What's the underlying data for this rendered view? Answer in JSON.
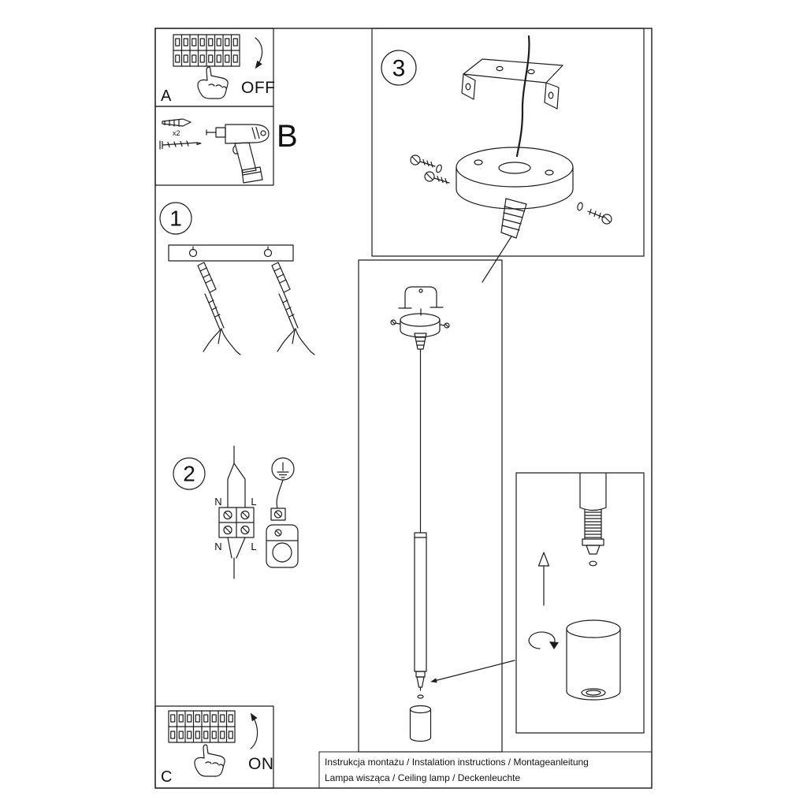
{
  "meta": {
    "document_type": "lamp-installation-instructions",
    "colors": {
      "background": "#ffffff",
      "line": "#1c1c1c"
    }
  },
  "steps": {
    "step1": {
      "number": "1"
    },
    "step2": {
      "number": "2"
    },
    "step3": {
      "number": "3"
    }
  },
  "panels": {
    "a": {
      "label": "A",
      "switch_state": "OFF"
    },
    "b": {
      "label": "B",
      "anchor_count": "x2"
    },
    "c": {
      "label": "C",
      "switch_state": "ON"
    }
  },
  "wiring": {
    "top_left": "N",
    "top_right": "L",
    "bottom_left": "N",
    "bottom_right": "L"
  },
  "footer": {
    "line1": "Instrukcja montażu / Instalation instructions / Montageanleitung",
    "line2": "Lampa wisząca / Ceiling lamp / Deckenleuchte"
  }
}
